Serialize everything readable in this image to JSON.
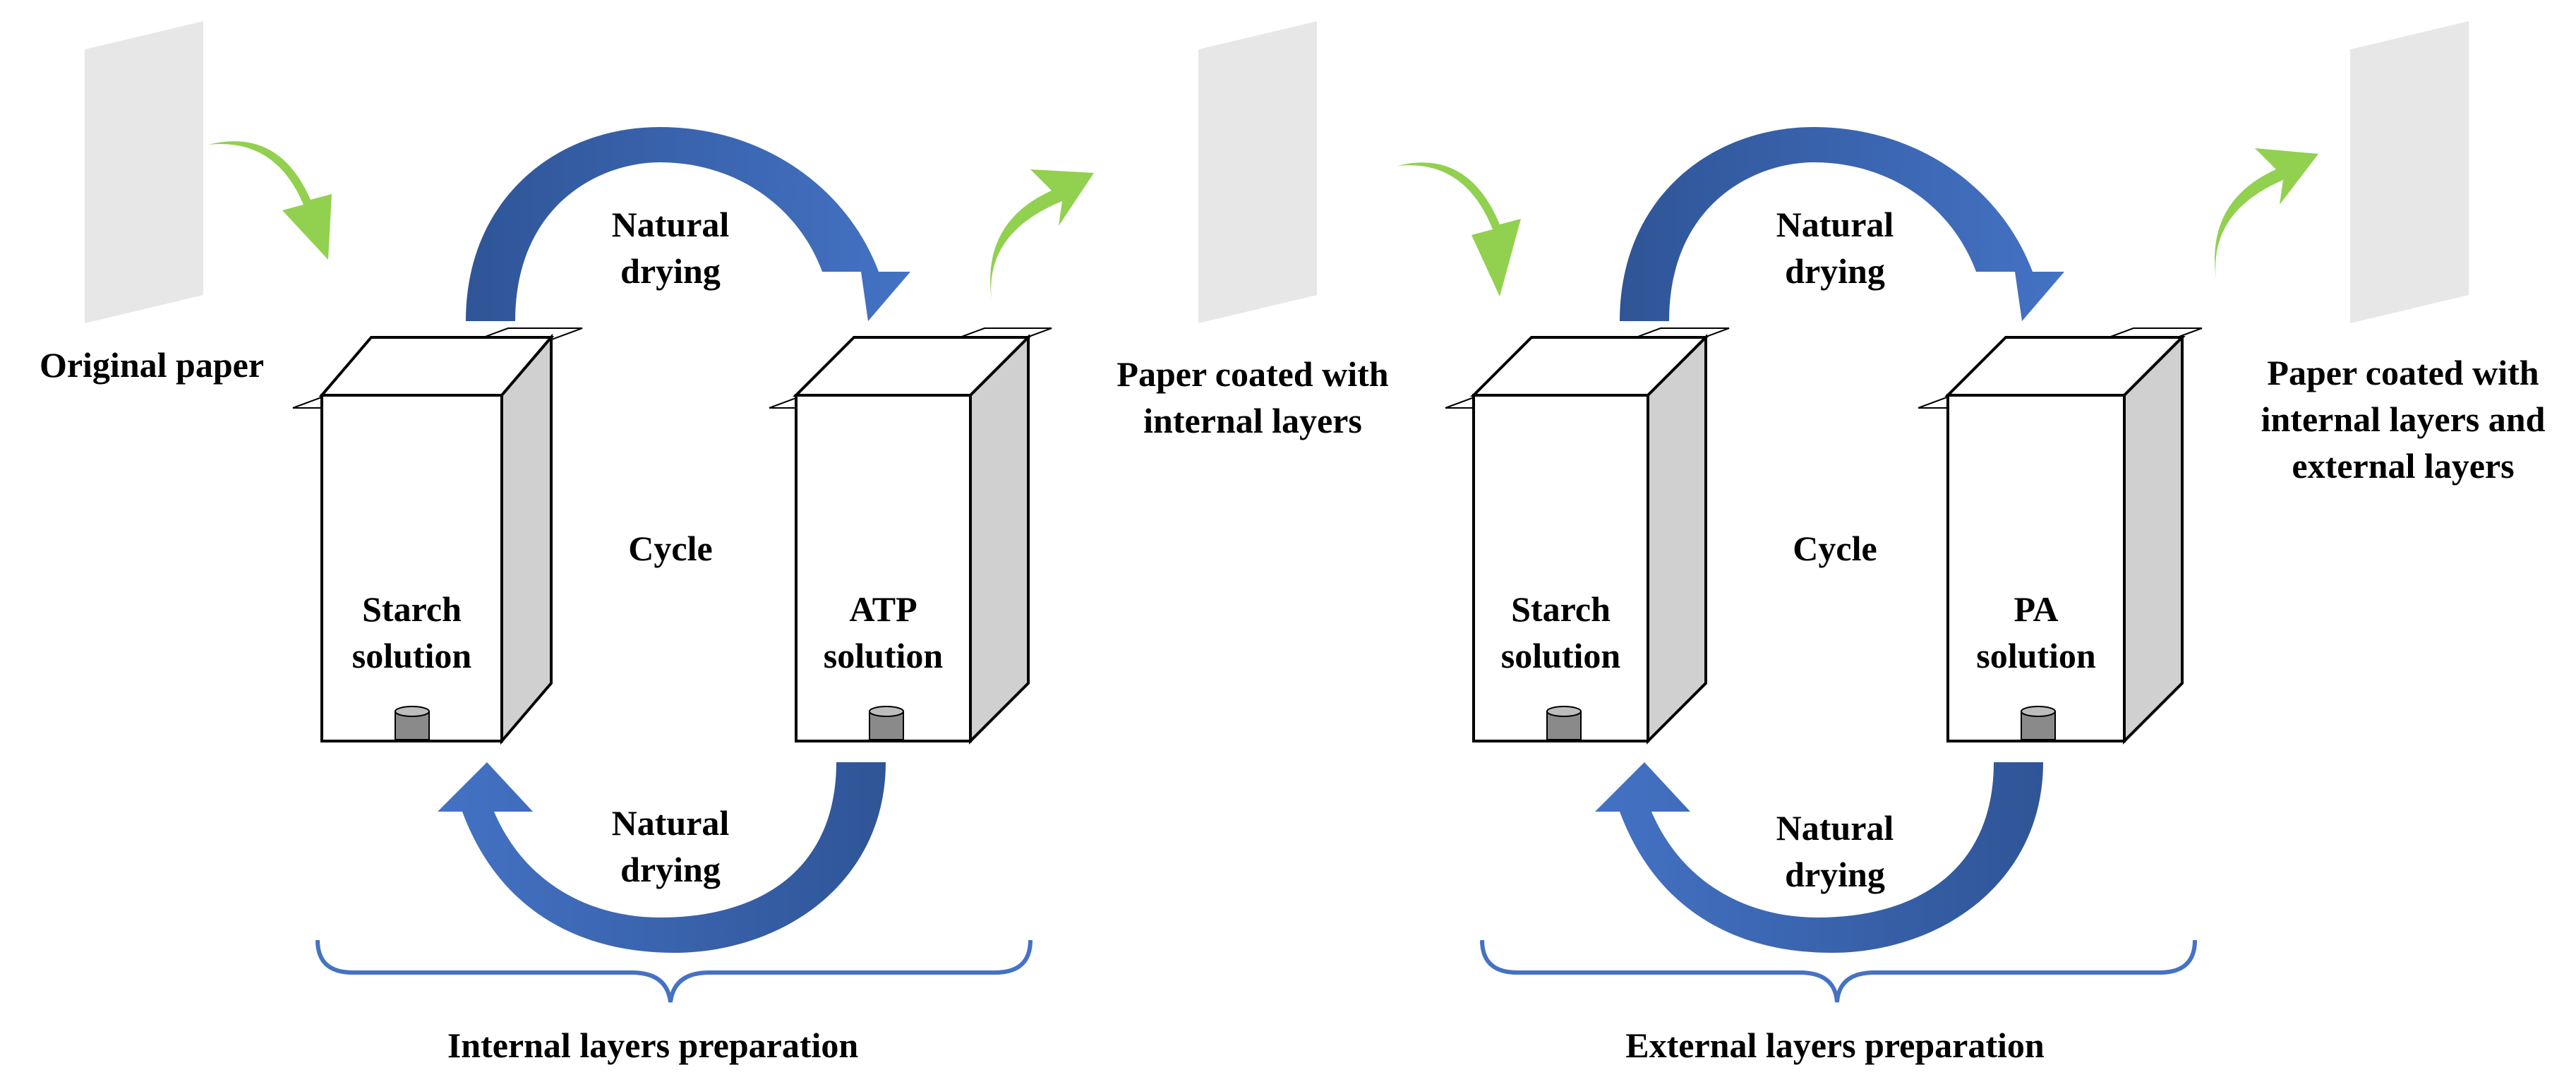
{
  "colors": {
    "cycle_arrow_light": "#4472C4",
    "cycle_arrow_dark": "#2F5597",
    "green_arrow": "#92D050",
    "brace": "#4472C4",
    "paper": "#E7E7E7",
    "tank_side": "#D0D0D0",
    "outline": "#000000"
  },
  "stage_left": {
    "paper_label": "Original paper",
    "top_drying": [
      "Natural",
      "drying"
    ],
    "bottom_drying": [
      "Natural",
      "drying"
    ],
    "cycle_label": "Cycle",
    "tank_left_label": [
      "Starch",
      "solution"
    ],
    "tank_right_label": [
      "ATP",
      "solution"
    ],
    "brace_label": "Internal layers preparation"
  },
  "middle_paper_label": [
    "Paper coated with",
    "internal layers"
  ],
  "stage_right": {
    "top_drying": [
      "Natural",
      "drying"
    ],
    "bottom_drying": [
      "Natural",
      "drying"
    ],
    "cycle_label": "Cycle",
    "tank_left_label": [
      "Starch",
      "solution"
    ],
    "tank_right_label": [
      "PA",
      "solution"
    ],
    "brace_label": "External layers preparation"
  },
  "final_paper_label": [
    "Paper coated with",
    "internal layers and",
    "external layers"
  ]
}
